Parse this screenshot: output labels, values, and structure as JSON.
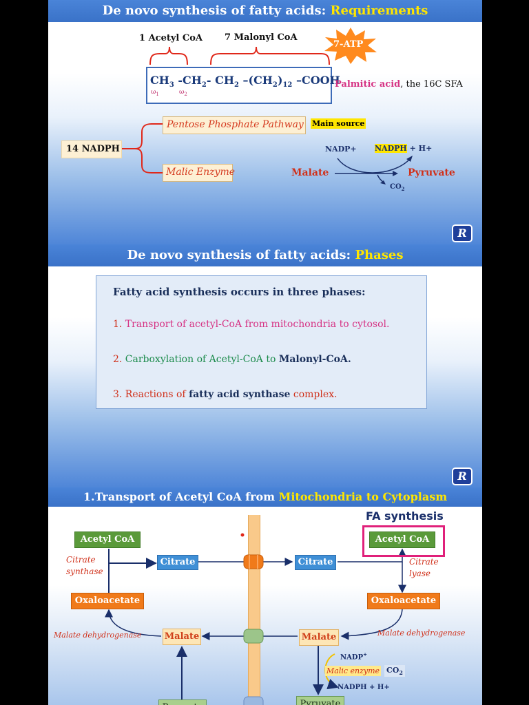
{
  "slide1": {
    "title_main": "De novo synthesis of fatty acids:",
    "title_highlight": "Requirements",
    "acetyl_label": "1 Acetyl CoA",
    "malonyl_label": "7 Malonyl CoA",
    "atp_label": "7-ATP",
    "formula": {
      "ch3": "CH",
      "ch3_sub": "3",
      "ch2a": "-CH",
      "ch2a_sub": "2",
      "ch2a_tail": "-",
      "ch2b": "CH",
      "ch2b_sub": "2",
      "chain": " –(CH",
      "chain_sub": "2",
      "chain_close": ")",
      "chain_sub2": "12",
      "cooh": " –COOH",
      "omega1": "ω",
      "omega1_sub": "1",
      "omega2": "ω",
      "omega2_sub": "2"
    },
    "palmitic_name": "Palmitic acid",
    "palmitic_desc": ", the 16C SFA",
    "nadph_label": "14 NADPH",
    "ppp_label": "Pentose Phosphate Pathway",
    "main_source": "Main source",
    "malic_label": "Malic Enzyme",
    "reaction": {
      "nadp": "NADP+",
      "nadph": "NADPH",
      "nadph_h": " + H+",
      "malate": "Malate",
      "pyruvate": "Pyruvate",
      "co2": "CO",
      "co2_sub": "2"
    },
    "logo": "R"
  },
  "slide2": {
    "title_main": "De novo synthesis of fatty acids:",
    "title_highlight": "Phases",
    "intro": "Fatty acid synthesis occurs in three phases:",
    "p1_num": "1.",
    "p1_text": " Transport of acetyl-CoA from mitochondria to cytosol.",
    "p2_num": "2.",
    "p2_text": " Carboxylation of Acetyl-CoA to ",
    "p2_bold": "Malonyl-CoA.",
    "p3_num": "3.",
    "p3_text": " Reactions of ",
    "p3_bold": "fatty acid synthase",
    "p3_tail": " complex.",
    "logo": "R"
  },
  "slide3": {
    "title_main": "1.Transport of Acetyl CoA from ",
    "title_highlight": "Mitochondria to Cytoplasm",
    "fa_synthesis": "FA synthesis",
    "acetyl_left": "Acetyl CoA",
    "acetyl_right": "Acetyl CoA",
    "citrate_synthase": "Citrate synthase",
    "citrate_left": "Citrate",
    "citrate_right": "Citrate",
    "citrate_lyase": "Citrate lyase",
    "oaa_left": "Oxaloacetate",
    "oaa_right": "Oxaloacetate",
    "mdh_left": "Malate dehydrogenase",
    "mdh_right": "Malate dehydrogenase",
    "malate_left": "Malate",
    "malate_right": "Malate",
    "nadp": "NADP",
    "nadp_sup": "+",
    "malic_enzyme": "Malic enzyme",
    "co2": "CO",
    "co2_sub": "2",
    "nadph": "NADPH + H+",
    "pyruvate_left": "Pyruvate",
    "pyruvate_right": "Pyruvate"
  }
}
